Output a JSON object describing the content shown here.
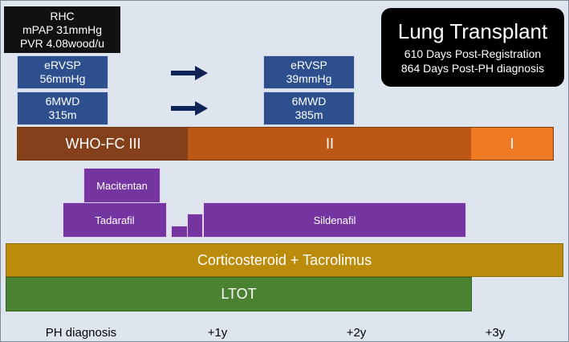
{
  "rhc": {
    "line1": "RHC",
    "line2": "mPAP 31mmHg",
    "line3": "PVR 4.08wood/u"
  },
  "transplant": {
    "title": "Lung Transplant",
    "line1": "610 Days Post-Registration",
    "line2": "864 Days Post-PH diagnosis"
  },
  "before": {
    "ervsp_label": "eRVSP",
    "ervsp_value": "56mmHg",
    "mwd_label": "6MWD",
    "mwd_value": "315m"
  },
  "after": {
    "ervsp_label": "eRVSP",
    "ervsp_value": "39mmHg",
    "mwd_label": "6MWD",
    "mwd_value": "385m"
  },
  "who_fc": {
    "class3": "WHO-FC III",
    "class2": "II",
    "class1": "I"
  },
  "drugs": {
    "macitentan": "Macitentan",
    "tadalafil": "Tadarafil",
    "sildenafil": "Sildenafil"
  },
  "therapy": {
    "steroid": "Corticosteroid + Tacrolimus",
    "ltot": "LTOT"
  },
  "timeline": [
    "PH diagnosis",
    "+1y",
    "+2y",
    "+3y"
  ],
  "colors": {
    "blue": "#2e4f8e",
    "arrow": "#0f2456",
    "fc3": "#84401a",
    "fc2": "#bd5715",
    "fc1": "#ee7a24",
    "purple": "#7535a0",
    "gold": "#bb8b0c",
    "green": "#4b8232"
  }
}
